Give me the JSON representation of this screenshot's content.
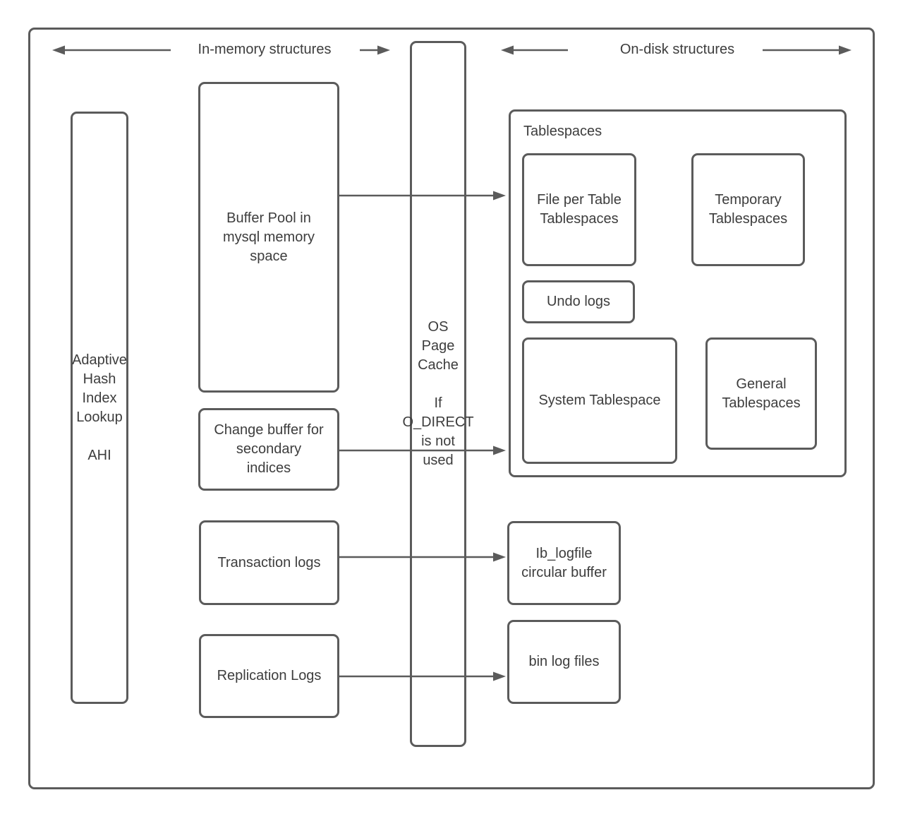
{
  "headers": {
    "in_memory": "In-memory structures",
    "on_disk": "On-disk structures"
  },
  "nodes": {
    "ahi": "Adaptive\nHash\nIndex\nLookup\n\nAHI",
    "buffer_pool": "Buffer Pool in\nmysql memory\nspace",
    "change_buffer": "Change buffer for\nsecondary\nindices",
    "transaction_logs": "Transaction logs",
    "replication_logs": "Replication Logs",
    "os_page_cache": "OS\nPage\nCache\n\nIf\nO_DIRECT\nis not\nused",
    "tablespaces_label": "Tablespaces",
    "file_per_table": "File per Table\nTablespaces",
    "temporary": "Temporary\nTablespaces",
    "undo_logs": "Undo logs",
    "system_tablespace": "System Tablespace",
    "general_tablespaces": "General\nTablespaces",
    "ib_logfile": "Ib_logfile\ncircular buffer",
    "bin_log": "bin log files"
  },
  "colors": {
    "stroke": "#5b5b5b",
    "text": "#3d3d3d",
    "background": "#ffffff"
  }
}
